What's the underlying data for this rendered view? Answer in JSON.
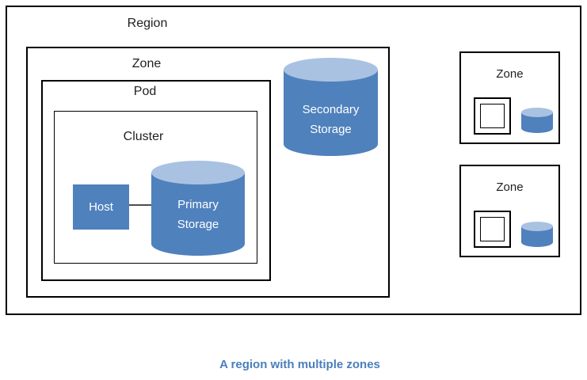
{
  "diagram": {
    "region": {
      "label": "Region"
    },
    "zone": {
      "label": "Zone"
    },
    "pod": {
      "label": "Pod"
    },
    "cluster": {
      "label": "Cluster"
    },
    "host": {
      "label": "Host"
    },
    "primary_storage": {
      "line1": "Primary",
      "line2": "Storage"
    },
    "secondary_storage": {
      "line1": "Secondary",
      "line2": "Storage"
    },
    "mini_zones": [
      {
        "label": "Zone"
      },
      {
        "label": "Zone"
      }
    ]
  },
  "caption": "A region with multiple zones",
  "colors": {
    "shape_blue": "#4f81bd",
    "shape_blue_light": "#a9c2e2",
    "border_black": "#000000",
    "connector_gray": "#4d4d4d",
    "shape_text_white": "#ffffff",
    "label_text": "#1f1f1f",
    "caption_blue": "#4a7ebb"
  }
}
